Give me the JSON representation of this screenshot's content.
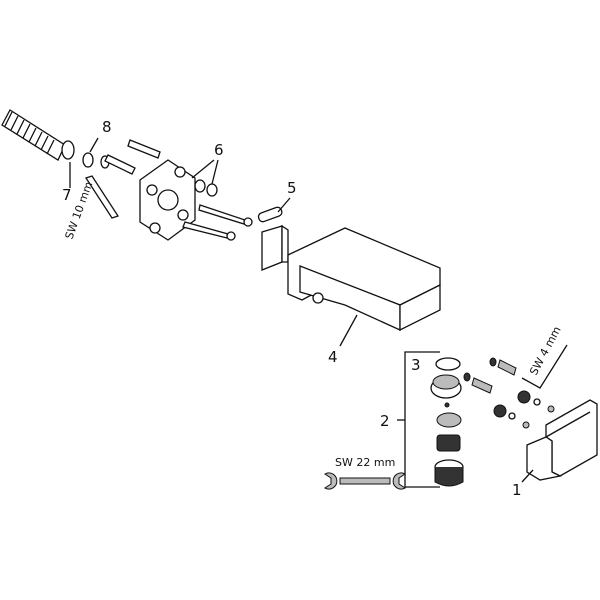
{
  "labels": {
    "p1": "1",
    "p2": "2",
    "p3": "3",
    "p4": "4",
    "p5": "5",
    "p6": "6",
    "p7": "7",
    "p8": "8"
  },
  "tools": {
    "hex_key_10": "SW 10 mm",
    "hex_key_4": "SW 4 mm",
    "wrench_22": "SW 22 mm"
  }
}
